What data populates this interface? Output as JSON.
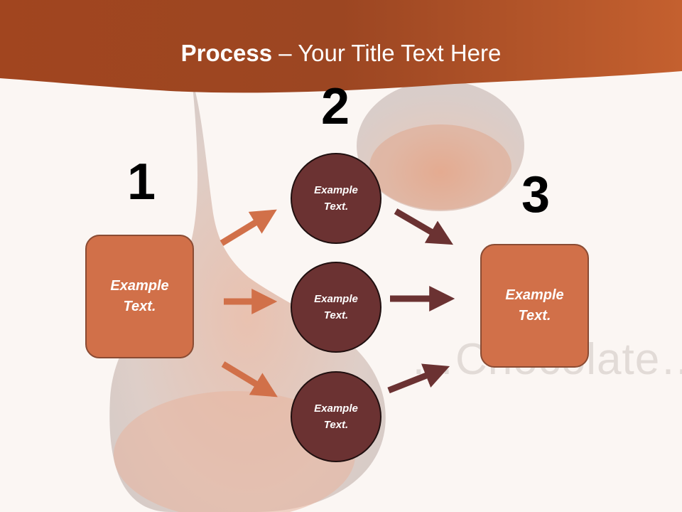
{
  "slide": {
    "title_bold": "Process",
    "title_rest": " – Your Title Text Here",
    "watermark": "…Chocolate…",
    "colors": {
      "header": "#a64a22",
      "box_fill": "#d17049",
      "circle_fill": "#6b3232",
      "arrow_orange": "#d17049",
      "arrow_brown": "#6b3232"
    },
    "steps": [
      {
        "number": "1"
      },
      {
        "number": "2"
      },
      {
        "number": "3"
      }
    ],
    "boxes": [
      {
        "text": "Example\nText."
      },
      {
        "text": "Example\nText."
      }
    ],
    "circles": [
      {
        "text": "Example\nText."
      },
      {
        "text": "Example\nText."
      },
      {
        "text": "Example\nText."
      }
    ]
  }
}
